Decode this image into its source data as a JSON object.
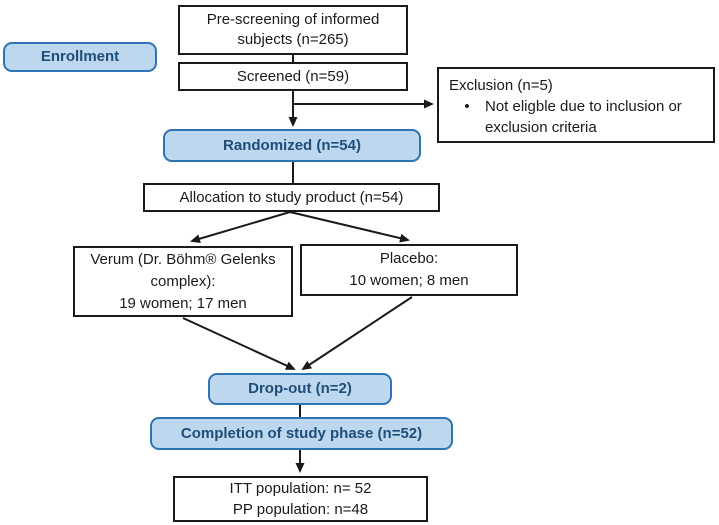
{
  "diagram": {
    "colors": {
      "accent_fill": "#BDD7EE",
      "accent_border": "#2E74B5",
      "accent_text": "#1F4E79",
      "box_border": "#1a1a1a",
      "text": "#1a1a1a"
    },
    "enrollment": {
      "label": "Enrollment"
    },
    "prescreening": {
      "line1": "Pre-screening of informed",
      "line2": "subjects (n=265)"
    },
    "screened": {
      "label": "Screened (n=59)"
    },
    "exclusion": {
      "title": "Exclusion (n=5)",
      "bullet_glyph": "•",
      "bullet_line1": "Not eligble due to inclusion or",
      "bullet_line2": "exclusion criteria"
    },
    "randomized": {
      "label": "Randomized (n=54)"
    },
    "allocation": {
      "label": "Allocation to study product (n=54)"
    },
    "verum": {
      "line1": "Verum (Dr. Böhm® Gelenks",
      "line2": "complex):",
      "line3": "19 women; 17 men"
    },
    "placebo": {
      "line1": "Placebo:",
      "line2": "10 women; 8 men"
    },
    "dropout": {
      "label": "Drop-out (n=2)"
    },
    "completion": {
      "label": "Completion of study phase (n=52)"
    },
    "itt": {
      "line1": "ITT population: n= 52",
      "line2": "PP population: n=48"
    }
  }
}
